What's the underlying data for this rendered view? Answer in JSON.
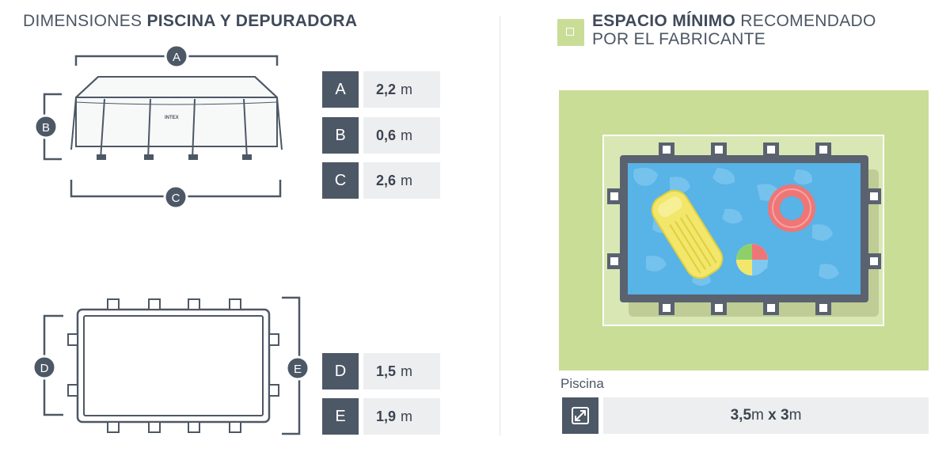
{
  "left_title": {
    "prefix": "DIMENSIONES",
    "bold": "PISCINA Y DEPURADORA"
  },
  "right_title": {
    "bold": "ESPACIO MÍNIMO",
    "rest_line1": "RECOMENDADO",
    "line2": "POR EL FABRICANTE"
  },
  "side_brand": "INTEX",
  "dimensions": [
    {
      "key": "A",
      "value": "2,2",
      "unit": "m"
    },
    {
      "key": "B",
      "value": "0,6",
      "unit": "m"
    },
    {
      "key": "C",
      "value": "2,6",
      "unit": "m"
    },
    {
      "key": "D",
      "value": "1,5",
      "unit": "m"
    },
    {
      "key": "E",
      "value": "1,9",
      "unit": "m"
    }
  ],
  "space": {
    "caption": "Piscina",
    "w": "3,5",
    "w_unit": "m",
    "sep": "x",
    "h": "3",
    "h_unit": "m"
  },
  "icons": [
    "resize-diagonal-icon",
    "legend-square-icon"
  ],
  "colors": {
    "dark": "#4d5866",
    "light": "#eceef0",
    "green": "#c9dd97",
    "water": "#58b3e6"
  }
}
